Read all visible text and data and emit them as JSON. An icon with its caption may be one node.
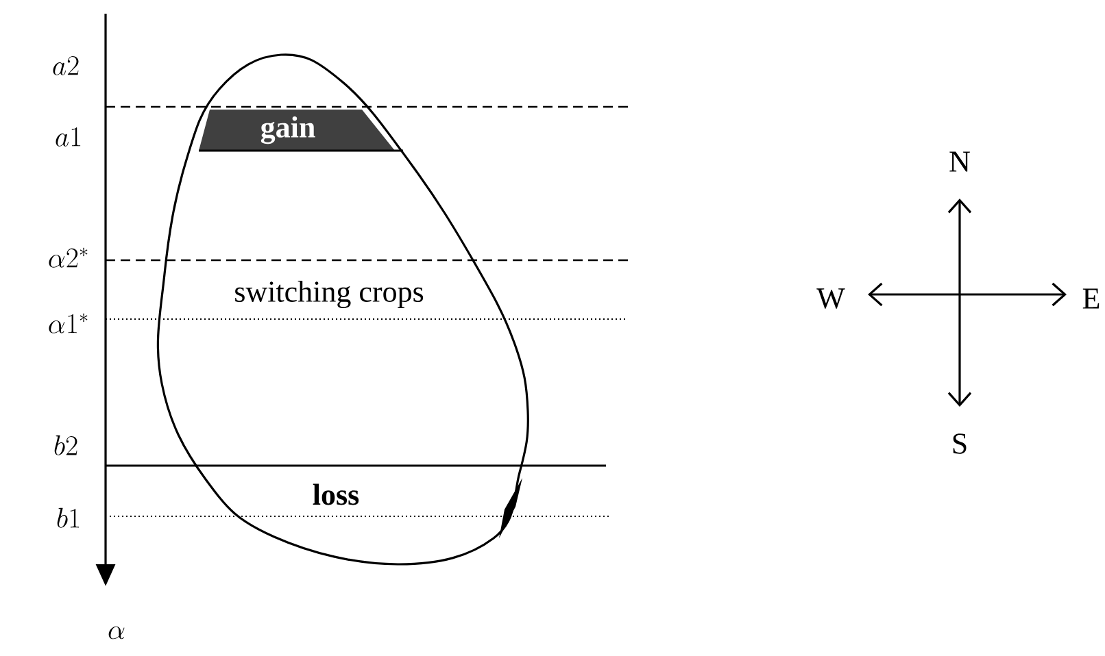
{
  "diagram": {
    "labels": [
      "a2",
      "a1",
      "gain",
      "\\alpha 2^{*}",
      "switching crops",
      "\\alpha 1^{*}",
      "b2",
      "loss",
      "b1",
      "\\alpha",
      "N",
      "W",
      "E",
      "S"
    ]
  }
}
